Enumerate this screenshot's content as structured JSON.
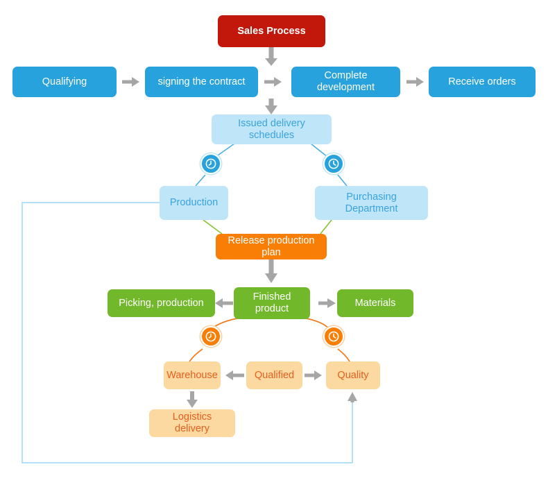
{
  "diagram": {
    "title": "Sales and Production Process Flowchart",
    "colors": {
      "red": "#C2180B",
      "blue": "#27A2DC",
      "light_blue": "#BFE6F8",
      "orange": "#F97E06",
      "green": "#71B92B",
      "peach": "#FCD9A1",
      "peach_text": "#E4601F",
      "arrow_gray": "#A6A6A6",
      "loop_line": "#A8DCF5",
      "connector_green": "#86C232",
      "connector_orange": "#F07B1E",
      "connector_blue": "#46B0E6"
    },
    "nodes": {
      "sales_process": "Sales Process",
      "qualifying": "Qualifying",
      "signing_contract": "signing the contract",
      "complete_development": "Complete development",
      "receive_orders": "Receive orders",
      "issued_delivery_schedules": "Issued delivery schedules",
      "production": "Production",
      "purchasing_department": "Purchasing Department",
      "release_production_plan": "Release production plan",
      "picking_production": "Picking, production",
      "finished_product": "Finished product",
      "materials": "Materials",
      "warehouse": "Warehouse",
      "qualified": "Qualified",
      "quality": "Quality",
      "logistics_delivery": "Logistics delivery"
    },
    "badges": {
      "clock_left_blue": "clock-icon",
      "clock_right_blue": "clock-icon",
      "clock_left_orange": "clock-icon",
      "clock_right_orange": "clock-icon"
    }
  }
}
